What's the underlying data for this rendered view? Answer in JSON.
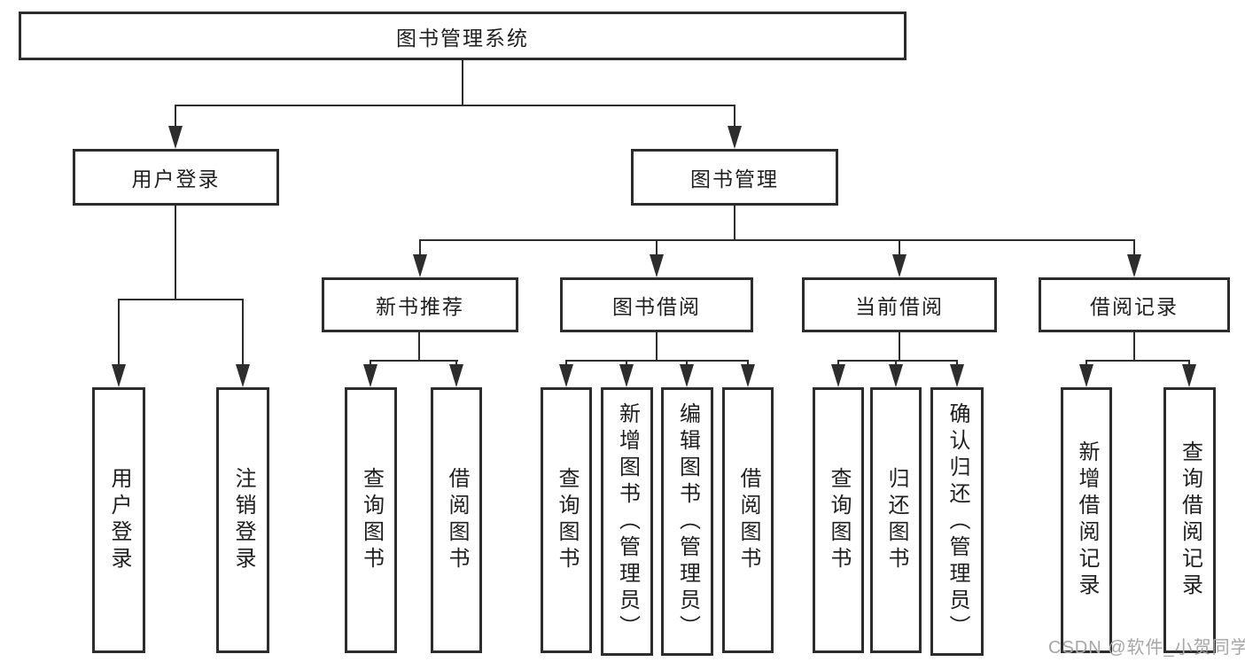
{
  "tree": {
    "label": "图书管理系统",
    "children": [
      {
        "label": "用户登录",
        "children": [
          {
            "label": "用户登录"
          },
          {
            "label": "注销登录"
          }
        ]
      },
      {
        "label": "图书管理",
        "children": [
          {
            "label": "新书推荐",
            "children": [
              {
                "label": "查询图书"
              },
              {
                "label": "借阅图书"
              }
            ]
          },
          {
            "label": "图书借阅",
            "children": [
              {
                "label": "查询图书"
              },
              {
                "label": "新增图书（管理员）"
              },
              {
                "label": "编辑图书（管理员）"
              },
              {
                "label": "借阅图书"
              }
            ]
          },
          {
            "label": "当前借阅",
            "children": [
              {
                "label": "查询图书"
              },
              {
                "label": "归还图书"
              },
              {
                "label": "确认归还（管理员）"
              }
            ]
          },
          {
            "label": "借阅记录",
            "children": [
              {
                "label": "新增借阅记录"
              },
              {
                "label": "查询借阅记录"
              }
            ]
          }
        ]
      }
    ]
  },
  "watermark": {
    "text": "CSDN @软件_小贺同学"
  },
  "colors": {
    "line": "#2d2d2d",
    "box_fill": "#ffffff",
    "text": "#1f1f1f",
    "watermark": "#a6a6a6"
  }
}
